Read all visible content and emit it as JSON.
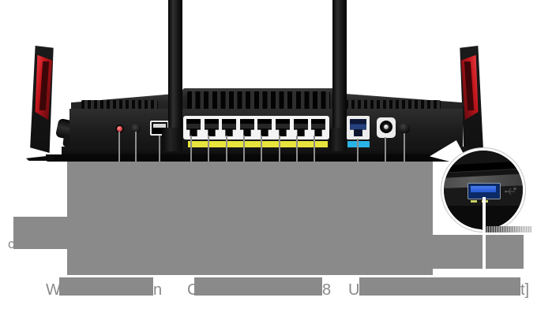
{
  "scene": {
    "description": "Rear view of a dual-band gaming router: four red-accent antennas, rear I/O ports with gray callout lines, a magnified circular inset of the front USB 3.0 port, and gray redaction blocks covering most label text",
    "background": "#ffffff"
  },
  "colors": {
    "redaction": "#8a8a8a",
    "label_text": "#8a8a8a",
    "antenna_red": "#d8232a",
    "lan_highlight_yellow": "#e7e43d",
    "wan_highlight_blue": "#2ab3e7",
    "wan_port_navy": "#1b2c5e",
    "usb3_blue": "#2558d0",
    "callout_line": "#8e8e8e",
    "body_black": "#1d1d1d"
  },
  "ports": {
    "lan_count": 8,
    "items": [
      "wps-led",
      "reset-button",
      "usb2-port",
      "lan-ports-1-to-8",
      "wan-port",
      "dc-power-jack",
      "power-button"
    ]
  },
  "inset": {
    "subject": "usb3-front-port-closeup"
  },
  "fragments": {
    "mid_row": [
      {
        "text": "c"
      }
    ],
    "bottom_row": [
      {
        "text": "W"
      },
      {
        "text": "n"
      },
      {
        "text": "C"
      },
      {
        "text": "8"
      },
      {
        "text": "U"
      },
      {
        "text": "t]"
      }
    ]
  }
}
